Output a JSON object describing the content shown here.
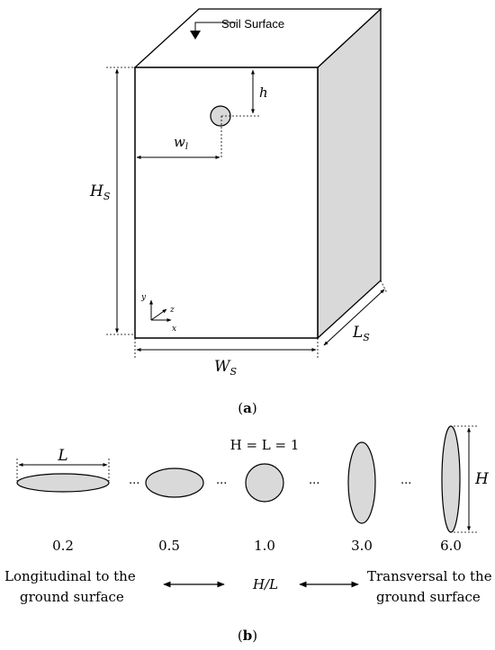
{
  "figure_a": {
    "soil_surface": "Soil Surface",
    "h_label": "h",
    "w_label": "w",
    "w_sub": "l",
    "hs_label": "H",
    "hs_sub": "S",
    "ws_label": "W",
    "ws_sub": "S",
    "ls_label": "L",
    "ls_sub": "S",
    "axis_y": "y",
    "axis_z": "z",
    "axis_x": "x",
    "panel": "a"
  },
  "figure_b": {
    "l_label": "L",
    "equal_label": "H = L = 1",
    "h_label": "H",
    "ellipsis": "...",
    "ratios": [
      "0.2",
      "0.5",
      "1.0",
      "3.0",
      "6.0"
    ],
    "left_text_1": "Longitudinal to the",
    "left_text_2": "ground surface",
    "center_text": "H/L",
    "right_text_1": "Transversal to the",
    "right_text_2": "ground surface",
    "panel": "b"
  },
  "colors": {
    "fill_gray": "#d9d9d9",
    "stroke": "#000000"
  }
}
